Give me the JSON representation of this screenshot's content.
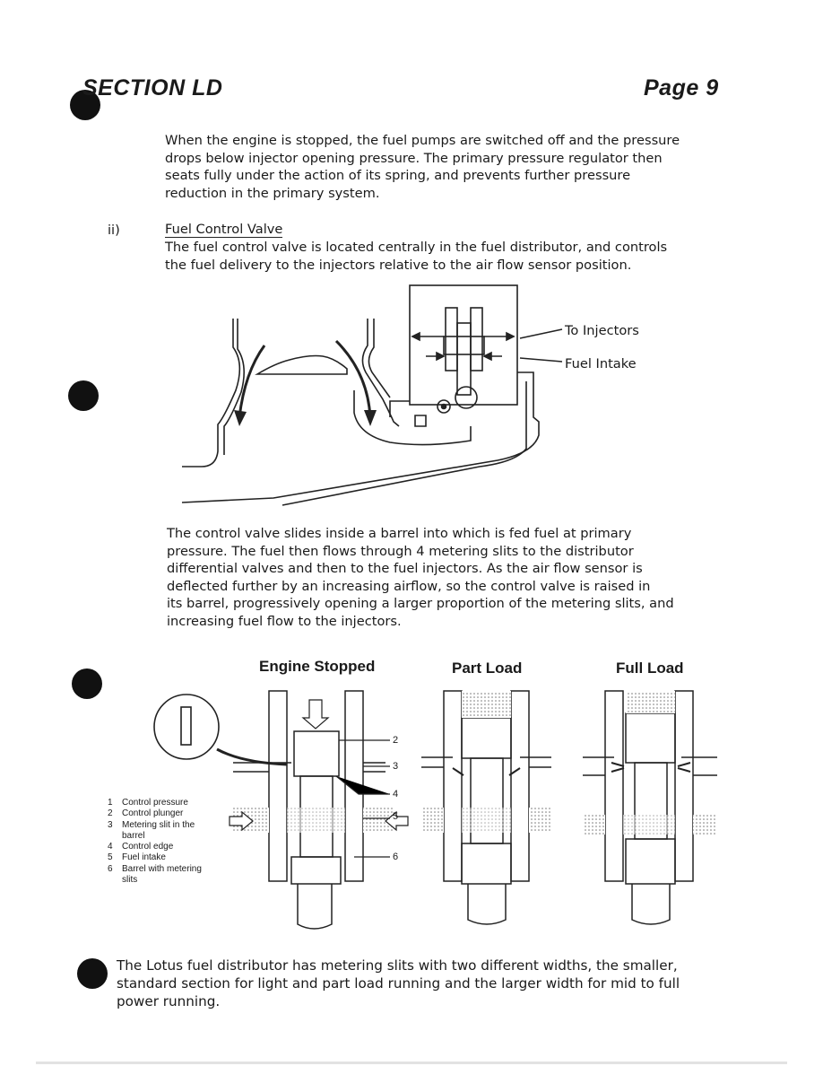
{
  "header": {
    "section": "SECTION LD",
    "page": "Page 9"
  },
  "intro_paragraph": "When the engine is stopped, the fuel pumps are switched off and the pressure\ndrops below injector opening pressure.  The primary pressure regulator then\nseats fully under the action of its spring, and prevents further pressure\nreduction in the primary system.",
  "subsection": {
    "number": "ii)",
    "title": "Fuel Control Valve",
    "text": "The fuel control valve is located centrally in the fuel distributor, and controls\nthe fuel delivery to the injectors relative to the air flow sensor position."
  },
  "figure1": {
    "label_injectors": "To Injectors",
    "label_intake": "Fuel Intake"
  },
  "control_paragraph": "The control valve slides inside a barrel into which is fed fuel at primary\npressure.  The fuel then flows through 4 metering slits to the distributor\ndifferential valves and then to the fuel injectors.  As the air flow sensor is\ndeflected further by an increasing airflow, so the control valve is raised in\nits barrel, progressively opening a larger proportion of the metering slits, and\nincreasing fuel flow to the injectors.",
  "figure2": {
    "titles": [
      "Engine Stopped",
      "Part Load",
      "Full Load"
    ],
    "callouts": [
      "2",
      "3",
      "4",
      "5",
      "6"
    ],
    "legend": [
      {
        "num": "1",
        "text": "Control pressure"
      },
      {
        "num": "2",
        "text": "Control plunger"
      },
      {
        "num": "3",
        "text": "Metering slit in the"
      },
      {
        "num": "",
        "text": "barrel"
      },
      {
        "num": "4",
        "text": "Control edge"
      },
      {
        "num": "5",
        "text": "Fuel intake"
      },
      {
        "num": "6",
        "text": "Barrel with metering"
      },
      {
        "num": "",
        "text": "slits"
      }
    ]
  },
  "closing_paragraph": "The Lotus fuel distributor has metering slits with two different widths, the smaller,\nstandard section for light and part load running and the larger width for mid to full\npower running."
}
